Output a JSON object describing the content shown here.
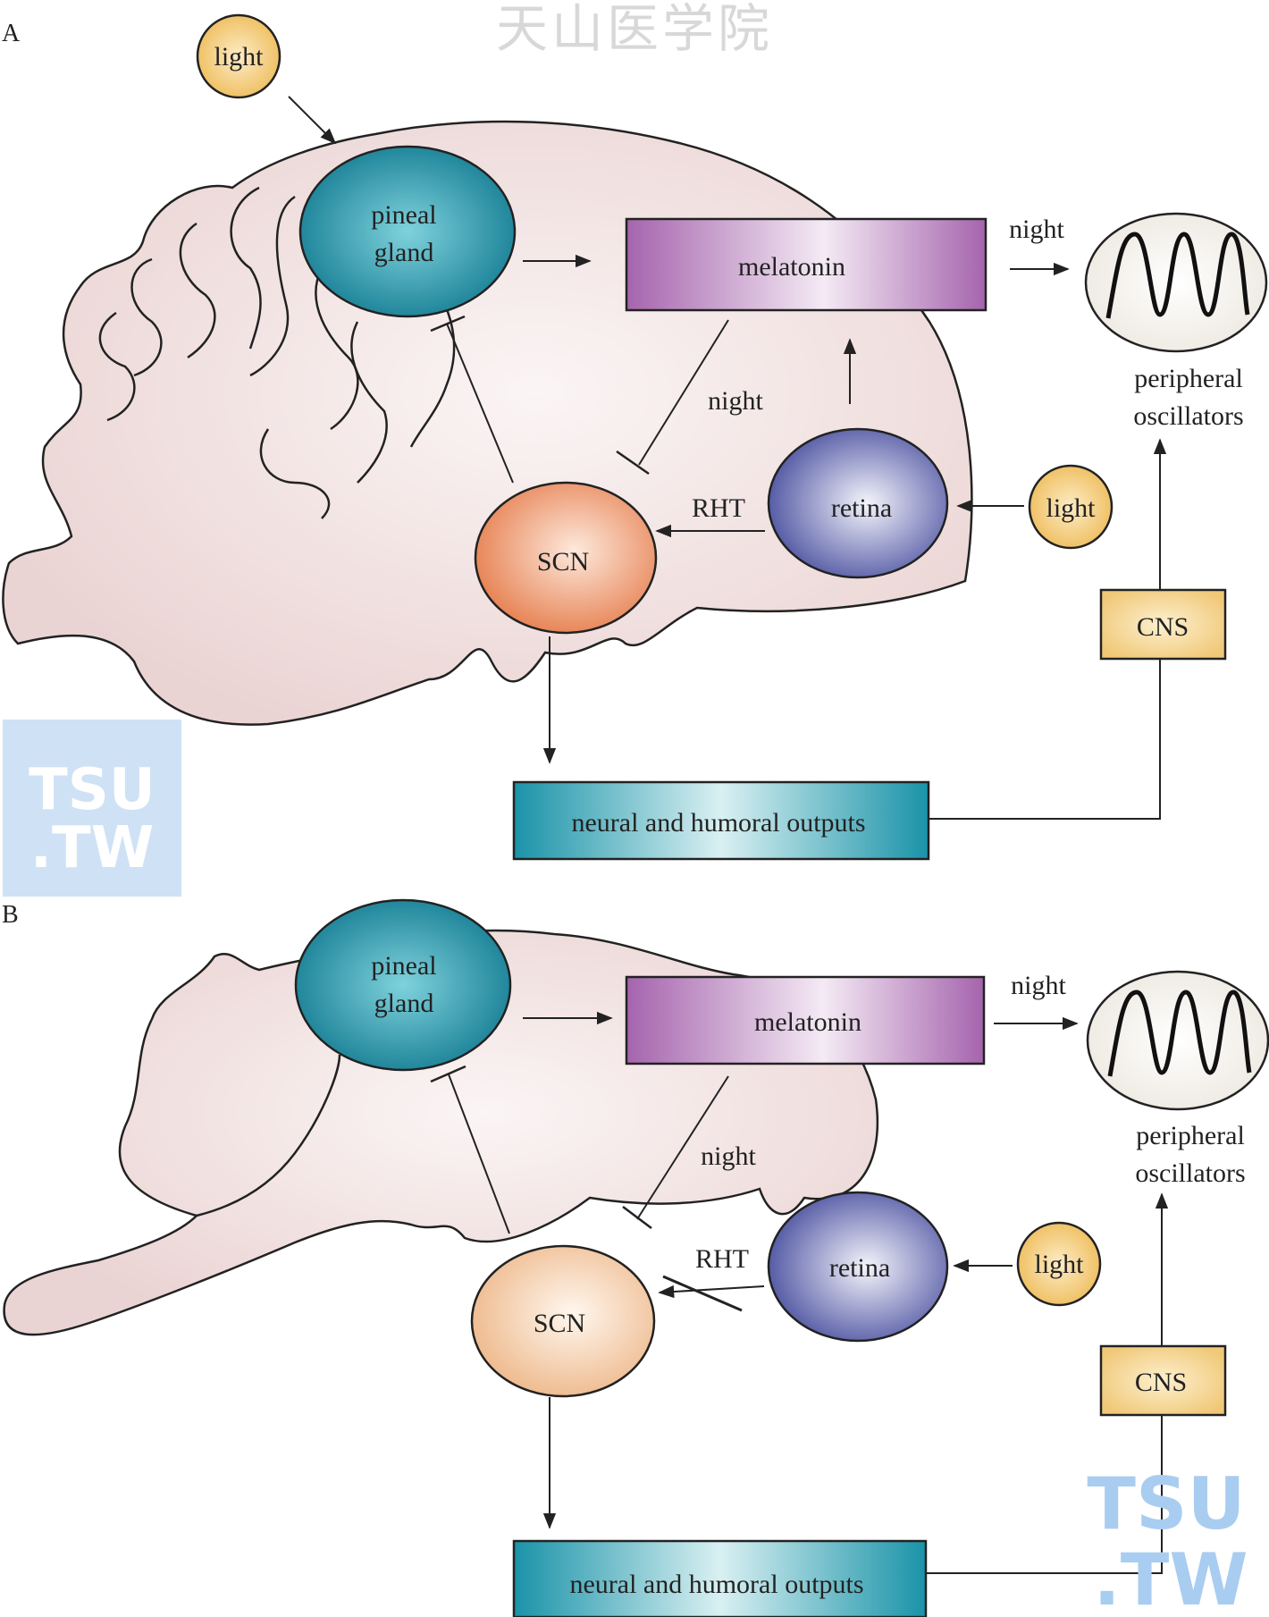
{
  "watermark_top": "天山医学院",
  "watermark_logo": {
    "line1": "TSU",
    "line2": ".TW"
  },
  "panels": [
    {
      "letter": "A",
      "nodes": {
        "light_top": "light",
        "pineal_line1": "pineal",
        "pineal_line2": "gland",
        "melatonin": "melatonin",
        "retina": "retina",
        "scn": "SCN",
        "light_right": "light",
        "cns": "CNS",
        "outputs": "neural and humoral outputs",
        "peripheral_line1": "peripheral",
        "peripheral_line2": "oscillators"
      },
      "edge_labels": {
        "night_to_periph": "night",
        "night_inhibit": "night",
        "rht": "RHT"
      }
    },
    {
      "letter": "B",
      "nodes": {
        "pineal_line1": "pineal",
        "pineal_line2": "gland",
        "melatonin": "melatonin",
        "retina": "retina",
        "scn": "SCN",
        "light_right": "light",
        "cns": "CNS",
        "outputs": "neural and humoral outputs",
        "peripheral_line1": "peripheral",
        "peripheral_line2": "oscillators"
      },
      "edge_labels": {
        "night_to_periph": "night",
        "night_inhibit": "night",
        "rht": "RHT"
      }
    }
  ],
  "colors": {
    "brain_fill": "#f1dfde",
    "pineal": "#1e93a8",
    "melatonin": "#b27ab7",
    "retina": "#6a6fb6",
    "scn_a": "#ee9a6c",
    "scn_b": "#f2c49a",
    "light": "#f2c46a",
    "cns": "#f6d48e",
    "outputs": "#1f9cb0"
  }
}
